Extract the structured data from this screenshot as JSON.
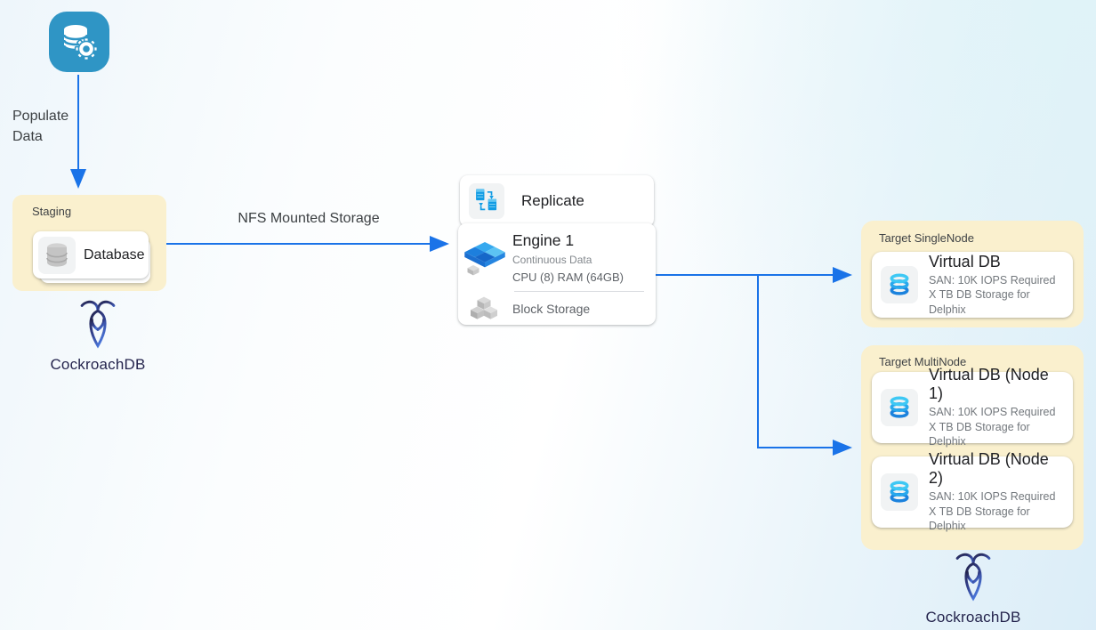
{
  "flow": {
    "populate_label": "Populate Data",
    "nfs_label": "NFS Mounted Storage"
  },
  "staging": {
    "title": "Staging",
    "node": {
      "icon": "database-icon",
      "label": "Database"
    },
    "logo": "CockroachDB"
  },
  "source": {
    "icon": "database-gear-icon"
  },
  "engine": {
    "replicate": {
      "icon": "replicate-icon",
      "label": "Replicate"
    },
    "main": {
      "icon": "engine-cubes-icon",
      "title": "Engine 1",
      "line1": "Continuous Data",
      "line2": "CPU (8) RAM (64GB)"
    },
    "storage": {
      "icon": "block-storage-icon",
      "label": "Block Storage"
    }
  },
  "targets": {
    "single": {
      "title": "Target SingleNode",
      "nodes": [
        {
          "icon": "virtual-db-icon",
          "title": "Virtual DB",
          "line1": "SAN: 10K IOPS Required",
          "line2": "X TB DB Storage for Delphix"
        }
      ]
    },
    "multi": {
      "title": "Target MultiNode",
      "nodes": [
        {
          "icon": "virtual-db-icon",
          "title": "Virtual DB (Node 1)",
          "line1": "SAN: 10K IOPS Required",
          "line2": "X TB DB Storage for Delphix"
        },
        {
          "icon": "virtual-db-icon",
          "title": "Virtual DB (Node 2)",
          "line1": "SAN: 10K IOPS Required",
          "line2": "X TB DB Storage for Delphix"
        }
      ]
    },
    "logo": "CockroachDB"
  },
  "colors": {
    "arrow": "#1a73e8",
    "group_fill": "#faf0ce",
    "source_icon_bg": "#2f95c5",
    "cockroach_navy": "#24244d",
    "card_bg": "#ffffff"
  }
}
